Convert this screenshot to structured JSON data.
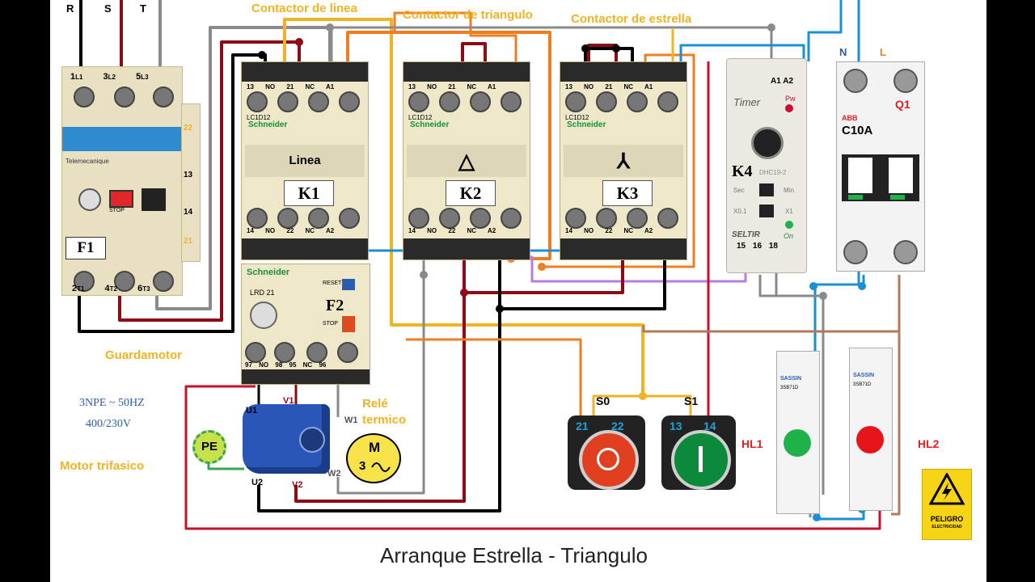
{
  "title": "Arranque Estrella - Triangulo",
  "supply": {
    "phases": [
      "R",
      "S",
      "T"
    ],
    "spec_line1": "3NPE ~ 50HZ",
    "spec_line2": "400/230V",
    "n": "N",
    "l": "L"
  },
  "headers": {
    "line_contactor": "Contactor de linea",
    "delta_contactor": "Contactor de triangulo",
    "star_contactor": "Contactor de estrella"
  },
  "guardamotor": {
    "caption": "Guardamotor",
    "tag": "F1",
    "top_terminals": [
      "1",
      "L1",
      "3",
      "L2",
      "5",
      "L3"
    ],
    "bottom_terminals": [
      "2",
      "T1",
      "4",
      "T2",
      "6",
      "T3"
    ],
    "side_terminals": [
      "22",
      "13",
      "14",
      "21"
    ],
    "brand": "Telemecanique",
    "stop": "STOP"
  },
  "contactors": [
    {
      "tag": "K1",
      "name": "Linea",
      "model": "LC1D12",
      "brand": "Schneider",
      "top": [
        "13",
        "NO",
        "21",
        "NC",
        "A1"
      ],
      "bottom": [
        "14",
        "NO",
        "22",
        "NC",
        "A2"
      ]
    },
    {
      "tag": "K2",
      "name": "△",
      "model": "LC1D12",
      "brand": "Schneider",
      "top": [
        "13",
        "NO",
        "21",
        "NC",
        "A1"
      ],
      "bottom": [
        "14",
        "NO",
        "22",
        "NC",
        "A2"
      ]
    },
    {
      "tag": "K3",
      "name": "⅄",
      "model": "LC1D12",
      "brand": "Schneider",
      "top": [
        "13",
        "NO",
        "21",
        "NC",
        "A1"
      ],
      "bottom": [
        "14",
        "NO",
        "22",
        "NC",
        "A2"
      ]
    }
  ],
  "relay": {
    "tag": "F2",
    "caption1": "Relé",
    "caption2": "termico",
    "model": "LRD 21",
    "reset": "RESET",
    "stop": "STOP",
    "terminals": [
      "97",
      "NO",
      "98",
      "95",
      "NC",
      "96"
    ]
  },
  "timer": {
    "tag": "K4",
    "brand": "Timer",
    "model": "DHC19-2",
    "maker": "SELTIR",
    "top": [
      "A1",
      "A2"
    ],
    "bottom": [
      "15",
      "16",
      "18"
    ],
    "pw": "Pw",
    "on": "On",
    "sec": "Sec",
    "min": "Min",
    "x01": "X0.1",
    "x1": "X1"
  },
  "breaker": {
    "tag": "Q1",
    "rating": "C10A",
    "brand": "ABB"
  },
  "motor": {
    "caption": "Motor trifasico",
    "symbol_m": "M",
    "symbol_3": "3",
    "pe": "PE",
    "terminals": [
      "U1",
      "V1",
      "W1",
      "U2",
      "V2",
      "W2"
    ]
  },
  "buttons": [
    {
      "tag": "S0",
      "contacts": [
        "21",
        "22"
      ],
      "color": "#e04020"
    },
    {
      "tag": "S1",
      "contacts": [
        "13",
        "14"
      ],
      "color": "#0a8a3a"
    }
  ],
  "lamps": [
    {
      "tag": "HL1",
      "brand": "SASSIN",
      "model": "3SB71D",
      "color": "#1fb14a"
    },
    {
      "tag": "HL2",
      "brand": "SASSIN",
      "model": "3SB71D",
      "color": "#e5151b"
    }
  ],
  "warning": {
    "line1": "PELIGRO",
    "line2": "ELECTRICIDAD"
  },
  "colors": {
    "line_contactor": "#f0b323",
    "panel": "#eee7c8",
    "wire_red": "#c8102e",
    "wire_dark_red": "#8b0a14",
    "wire_blue": "#1a8ed6",
    "wire_orange": "#f07d1e",
    "wire_purple": "#b57ee0",
    "wire_grey": "#8a8a8a"
  }
}
